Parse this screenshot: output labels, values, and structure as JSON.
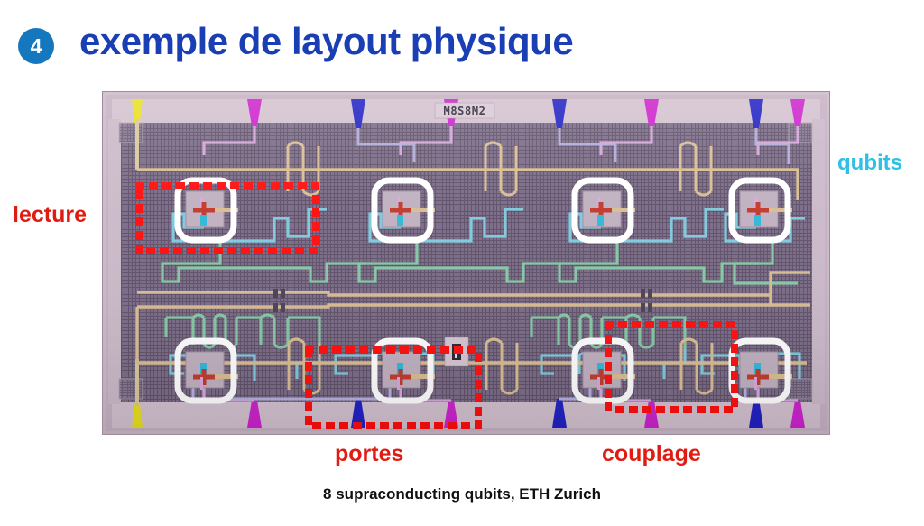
{
  "slide": {
    "step_number": "4",
    "title": "exemple de layout physique",
    "title_color": "#1a3fb5",
    "badge_color": "#1577bd",
    "background_color": "#ffffff"
  },
  "figure": {
    "caption": "8 supraconducting qubits, ETH Zurich",
    "chip_label": "M8S8M2",
    "alt": "optical micrograph of an 8-qubit superconducting quantum processor",
    "substrate_color": "#7a6b86",
    "frame_color": "#c9b6c6"
  },
  "annotations": [
    {
      "id": "lecture",
      "label": "lecture",
      "color": "#e01b12",
      "target": "readout-resonators"
    },
    {
      "id": "qubits",
      "label": "qubits",
      "color": "#2fc0e8",
      "target": "transmon-qubits"
    },
    {
      "id": "portes",
      "label": "portes",
      "color": "#e01b12",
      "target": "drive-lines"
    },
    {
      "id": "couplage",
      "label": "couplage",
      "color": "#e01b12",
      "target": "coupling-resonator"
    }
  ],
  "chip_features": {
    "qubit_count": 8,
    "qubit_highlight_color": "#ffffff",
    "dashed_box_color": "#ff0d0d",
    "wire_colors": {
      "readout_feedline": "#d8b98c",
      "readout_resonator_cyan": "#76c9dc",
      "readout_resonator_green": "#7fc8a0",
      "drive_line": "#cfa6d8",
      "coupler": "#d8b98c",
      "junction": "#c1392b"
    },
    "pad_colors": [
      "#e8e01f",
      "#cc22cc",
      "#1f1fcc",
      "#cc22cc",
      "#1f1fcc",
      "#cc22cc",
      "#1f1fcc",
      "#cc22cc"
    ],
    "top_pad_count": 8,
    "bottom_pad_count": 8
  }
}
